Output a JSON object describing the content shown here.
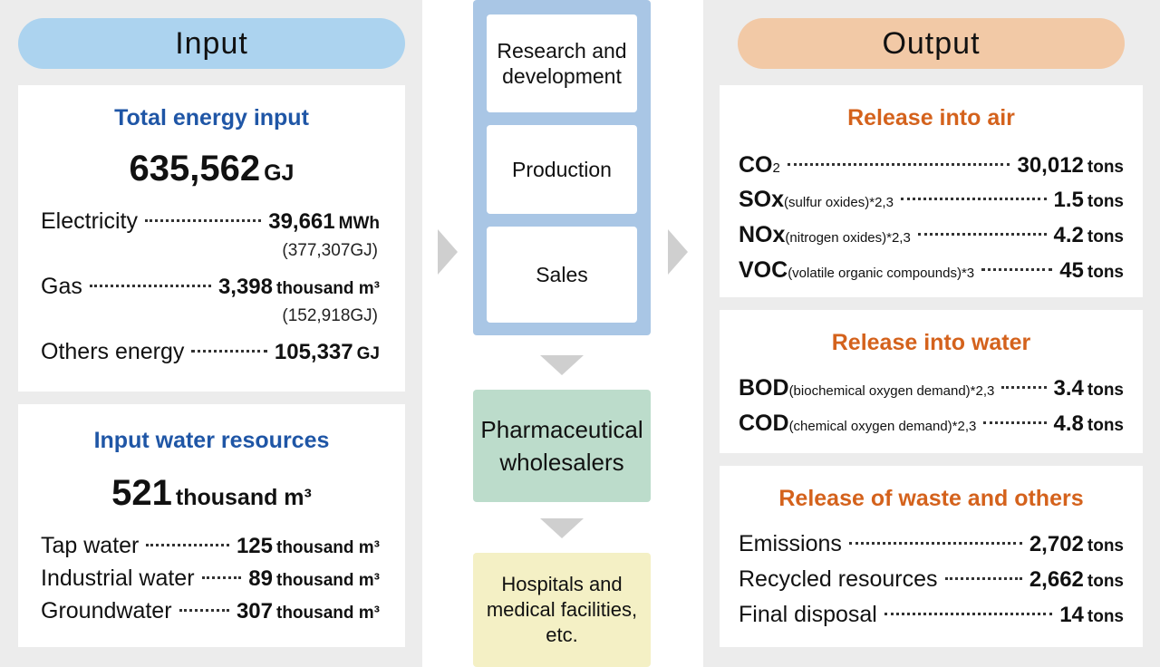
{
  "input_header": "Input",
  "output_header": "Output",
  "energy": {
    "title": "Total energy input",
    "total_value": "635,562",
    "total_unit": "GJ",
    "electricity": {
      "label": "Electricity",
      "value": "39,661",
      "unit": "MWh",
      "note": "(377,307GJ)"
    },
    "gas": {
      "label": "Gas",
      "value": "3,398",
      "unit": "thousand m³",
      "note": "(152,918GJ)"
    },
    "others": {
      "label": "Others energy",
      "value": "105,337",
      "unit": "GJ"
    }
  },
  "water": {
    "title": "Input water resources",
    "total_value": "521",
    "total_unit": "thousand m³",
    "tap": {
      "label": "Tap water",
      "value": "125",
      "unit": "thousand m³"
    },
    "industrial": {
      "label": "Industrial water",
      "value": "89",
      "unit": "thousand m³"
    },
    "ground": {
      "label": "Groundwater",
      "value": "307",
      "unit": "thousand m³"
    }
  },
  "flow": {
    "stage1": "Research and development",
    "stage2": "Production",
    "stage3": "Sales",
    "wholesalers": "Pharmaceutical wholesalers",
    "hospitals": "Hospitals and medical facilities, etc."
  },
  "air": {
    "title": "Release into air",
    "co2": {
      "label": "CO",
      "sub": "2",
      "value": "30,012",
      "unit": "tons"
    },
    "sox": {
      "label": "SOx",
      "sub": "(sulfur oxides)*2,3",
      "value": "1.5",
      "unit": "tons"
    },
    "nox": {
      "label": "NOx",
      "sub": "(nitrogen oxides)*2,3",
      "value": "4.2",
      "unit": "tons"
    },
    "voc": {
      "label": "VOC",
      "sub": "(volatile organic compounds)*3",
      "value": "45",
      "unit": "tons"
    }
  },
  "water_release": {
    "title": "Release into water",
    "bod": {
      "label": "BOD",
      "sub": "(biochemical oxygen demand)*2,3",
      "value": "3.4",
      "unit": "tons"
    },
    "cod": {
      "label": "COD",
      "sub": "(chemical oxygen demand)*2,3",
      "value": "4.8",
      "unit": "tons"
    }
  },
  "waste": {
    "title": "Release of waste and others",
    "emissions": {
      "label": "Emissions",
      "value": "2,702",
      "unit": "tons"
    },
    "recycled": {
      "label": "Recycled resources",
      "value": "2,662",
      "unit": "tons"
    },
    "final": {
      "label": "Final disposal",
      "value": "14",
      "unit": "tons"
    }
  }
}
